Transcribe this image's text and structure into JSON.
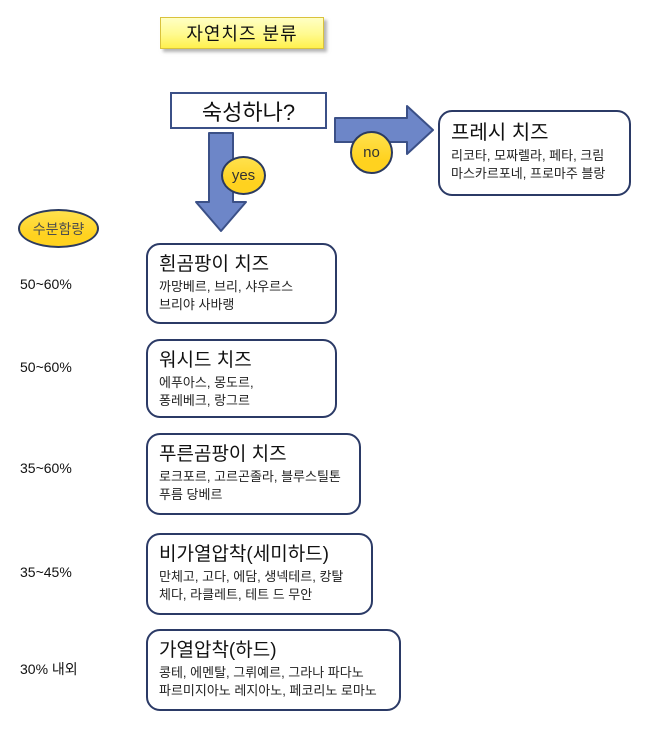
{
  "title": "자연치즈 분류",
  "question": {
    "label": "숙성하나?"
  },
  "branches": {
    "yes": "yes",
    "no": "no"
  },
  "moisture_header": "수분함량",
  "fresh": {
    "title": "프레시 치즈",
    "lines": [
      "리코타, 모짜렐라, 페타, 크림",
      "마스카르포네, 프로마주 블랑"
    ]
  },
  "categories": [
    {
      "moisture": "50~60%",
      "title": "흰곰팡이 치즈",
      "lines": [
        "까망베르, 브리,  샤우르스",
        "브리야 사바랭"
      ]
    },
    {
      "moisture": "50~60%",
      "title": "워시드 치즈",
      "lines": [
        "에푸아스, 몽도르,",
        "퐁레베크, 랑그르"
      ]
    },
    {
      "moisture": "35~60%",
      "title": "푸른곰팡이 치즈",
      "lines": [
        "로크포르, 고르곤졸라, 블루스틸톤",
        "푸름 당베르"
      ]
    },
    {
      "moisture": "35~45%",
      "title": "비가열압착(세미하드)",
      "lines": [
        "만체고, 고다, 에담, 생넥테르, 캉탈",
        "체다, 라클레트, 테트 드 무안"
      ]
    },
    {
      "moisture": "30% 내외",
      "title": "가열압착(하드)",
      "lines": [
        "콩테, 에멘탈, 그뤼예르, 그라나 파다노",
        "파르미지아노 레지아노, 페코리노 로마노"
      ]
    }
  ],
  "colors": {
    "arrow_fill": "#6d86c8",
    "arrow_stroke": "#3b5087",
    "box_border": "#2b3a66",
    "ellipse_fill": "#ffd21f",
    "title_box_fill": "#fffa8e"
  }
}
